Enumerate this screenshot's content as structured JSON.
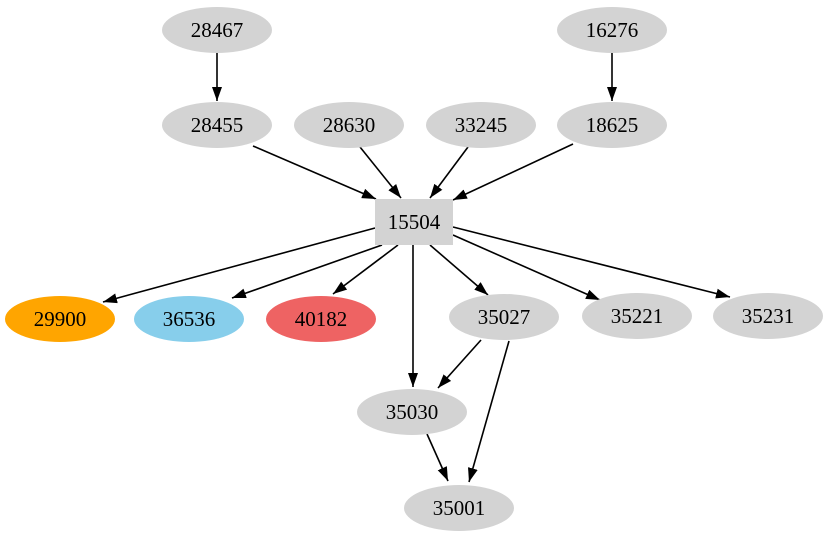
{
  "diagram": {
    "type": "directed-graph",
    "background": "#ffffff",
    "edge_color": "#000000",
    "default_node_fill": "#d3d3d3",
    "highlight_fills": {
      "orange": "#ffa500",
      "skyblue": "#87ceeb",
      "red": "#ee6363"
    },
    "nodes": [
      {
        "id": "28467",
        "label": "28467",
        "shape": "ellipse",
        "fill": "#d3d3d3"
      },
      {
        "id": "16276",
        "label": "16276",
        "shape": "ellipse",
        "fill": "#d3d3d3"
      },
      {
        "id": "28455",
        "label": "28455",
        "shape": "ellipse",
        "fill": "#d3d3d3"
      },
      {
        "id": "28630",
        "label": "28630",
        "shape": "ellipse",
        "fill": "#d3d3d3"
      },
      {
        "id": "33245",
        "label": "33245",
        "shape": "ellipse",
        "fill": "#d3d3d3"
      },
      {
        "id": "18625",
        "label": "18625",
        "shape": "ellipse",
        "fill": "#d3d3d3"
      },
      {
        "id": "15504",
        "label": "15504",
        "shape": "box",
        "fill": "#d3d3d3"
      },
      {
        "id": "29900",
        "label": "29900",
        "shape": "ellipse",
        "fill": "#ffa500"
      },
      {
        "id": "36536",
        "label": "36536",
        "shape": "ellipse",
        "fill": "#87ceeb"
      },
      {
        "id": "40182",
        "label": "40182",
        "shape": "ellipse",
        "fill": "#ee6363"
      },
      {
        "id": "35027",
        "label": "35027",
        "shape": "ellipse",
        "fill": "#d3d3d3"
      },
      {
        "id": "35221",
        "label": "35221",
        "shape": "ellipse",
        "fill": "#d3d3d3"
      },
      {
        "id": "35231",
        "label": "35231",
        "shape": "ellipse",
        "fill": "#d3d3d3"
      },
      {
        "id": "35030",
        "label": "35030",
        "shape": "ellipse",
        "fill": "#d3d3d3"
      },
      {
        "id": "35001",
        "label": "35001",
        "shape": "ellipse",
        "fill": "#d3d3d3"
      }
    ],
    "edges": [
      {
        "from": "28467",
        "to": "28455"
      },
      {
        "from": "16276",
        "to": "18625"
      },
      {
        "from": "28455",
        "to": "15504"
      },
      {
        "from": "28630",
        "to": "15504"
      },
      {
        "from": "33245",
        "to": "15504"
      },
      {
        "from": "18625",
        "to": "15504"
      },
      {
        "from": "15504",
        "to": "29900"
      },
      {
        "from": "15504",
        "to": "36536"
      },
      {
        "from": "15504",
        "to": "40182"
      },
      {
        "from": "15504",
        "to": "35027"
      },
      {
        "from": "15504",
        "to": "35221"
      },
      {
        "from": "15504",
        "to": "35231"
      },
      {
        "from": "15504",
        "to": "35030"
      },
      {
        "from": "35027",
        "to": "35030"
      },
      {
        "from": "35027",
        "to": "35001"
      },
      {
        "from": "35030",
        "to": "35001"
      }
    ]
  }
}
